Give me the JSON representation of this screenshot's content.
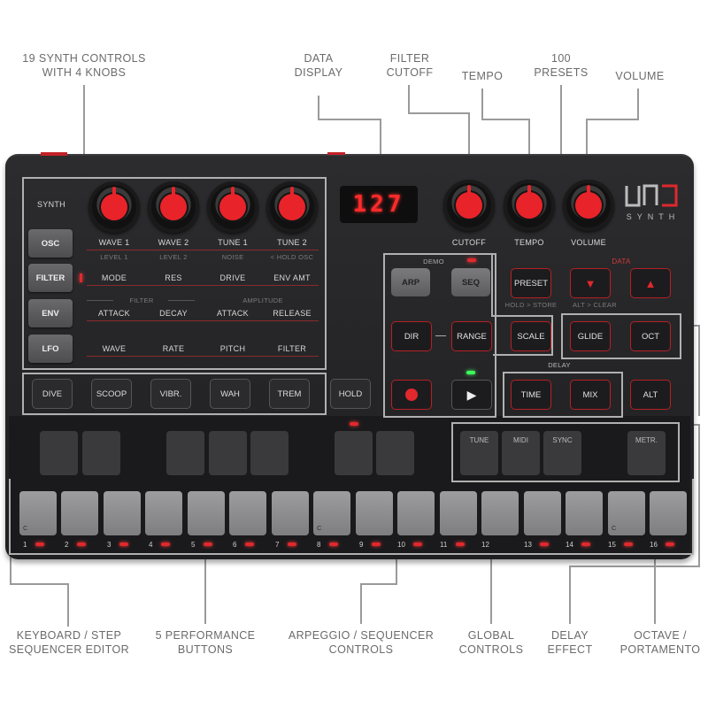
{
  "callouts": {
    "synth_controls": "19 SYNTH CONTROLS\nWITH 4 KNOBS",
    "data_display": "DATA\nDISPLAY",
    "filter_cutoff": "FILTER\nCUTOFF",
    "tempo": "TEMPO",
    "presets": "100\nPRESETS",
    "volume": "VOLUME",
    "keyboard": "KEYBOARD / STEP\nSEQUENCER EDITOR",
    "performance": "5 PERFORMANCE\nBUTTONS",
    "arpeggio": "ARPEGGIO / SEQUENCER\nCONTROLS",
    "global": "GLOBAL\nCONTROLS",
    "delay": "DELAY\nEFFECT",
    "octave": "OCTAVE /\nPORTAMENTO"
  },
  "device": {
    "logo": "UNO",
    "logo_sub": "SYNTH",
    "synth_label": "SYNTH",
    "display_value": "127",
    "knob_labels": [
      "CUTOFF",
      "TEMPO",
      "VOLUME"
    ],
    "side_buttons": [
      "OSC",
      "FILTER",
      "ENV",
      "LFO"
    ],
    "rows": {
      "osc": [
        "WAVE 1",
        "WAVE 2",
        "TUNE 1",
        "TUNE 2"
      ],
      "osc_sub": [
        "LEVEL 1",
        "LEVEL 2",
        "NOISE",
        "< HOLD OSC"
      ],
      "filter": [
        "MODE",
        "RES",
        "DRIVE",
        "ENV AMT"
      ],
      "env_group": [
        "FILTER",
        "AMPLITUDE"
      ],
      "env": [
        "ATTACK",
        "DECAY",
        "ATTACK",
        "RELEASE"
      ],
      "lfo": [
        "WAVE",
        "RATE",
        "PITCH",
        "FILTER"
      ]
    },
    "perf_buttons": [
      "DIVE",
      "SCOOP",
      "VIBR.",
      "WAH",
      "TREM"
    ],
    "hold": "HOLD",
    "demo": "DEMO",
    "arp": "ARP",
    "seq": "SEQ",
    "dir": "DIR",
    "range": "RANGE",
    "scale": "SCALE",
    "preset": "PRESET",
    "preset_sub": "HOLD > STORE",
    "data_label": "DATA",
    "data_sub": "ALT > CLEAR",
    "glide": "GLIDE",
    "oct": "OCT",
    "delay_label": "DELAY",
    "time": "TIME",
    "mix": "MIX",
    "alt": "ALT",
    "global_pads": [
      "TUNE",
      "MIDI",
      "SYNC",
      "METR."
    ],
    "key_numbers": [
      "1",
      "2",
      "3",
      "4",
      "5",
      "6",
      "7",
      "8",
      "9",
      "10",
      "11",
      "12",
      "13",
      "14",
      "15",
      "16"
    ],
    "c_marker": "C"
  }
}
